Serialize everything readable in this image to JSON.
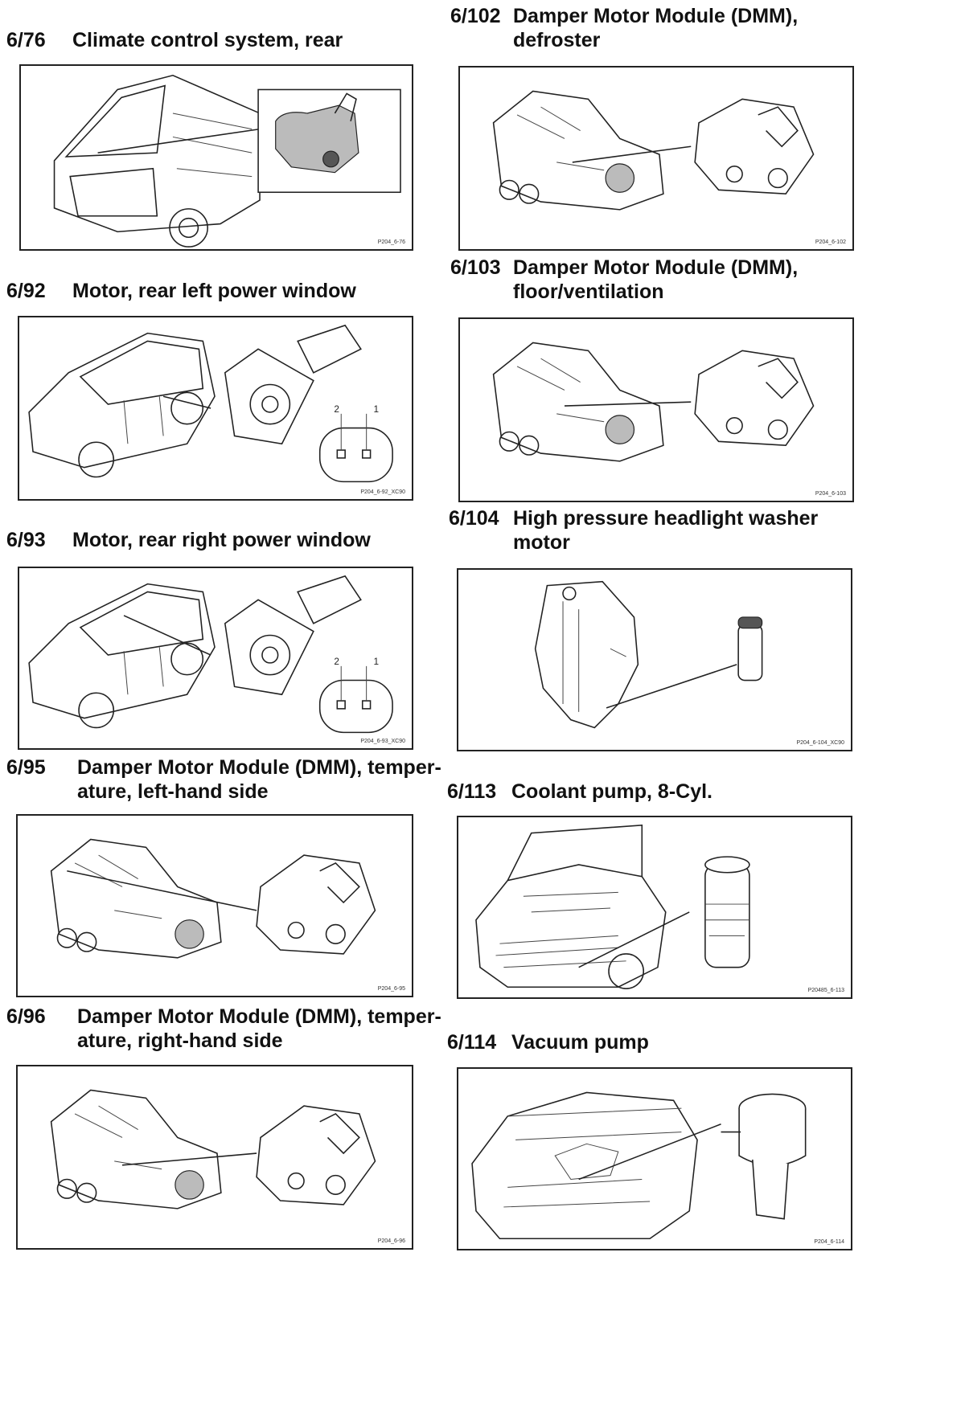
{
  "entries": [
    {
      "number": "6/76",
      "title": [
        "Climate control system, rear"
      ],
      "ref": "P204_6-76"
    },
    {
      "number": "6/92",
      "title": [
        "Motor, rear left power window"
      ],
      "ref": "P204_6-92_XC90",
      "pins": [
        "2",
        "1"
      ]
    },
    {
      "number": "6/93",
      "title": [
        "Motor, rear right power window"
      ],
      "ref": "P204_6-93_XC90",
      "pins": [
        "2",
        "1"
      ]
    },
    {
      "number": "6/95",
      "title": [
        "Damper Motor Module (DMM), temper-",
        "ature, left-hand side"
      ],
      "ref": "P204_6-95"
    },
    {
      "number": "6/96",
      "title": [
        "Damper Motor Module (DMM), temper-",
        "ature, right-hand side"
      ],
      "ref": "P204_6-96"
    },
    {
      "number": "6/102",
      "title": [
        "Damper Motor Module (DMM),",
        "defroster"
      ],
      "ref": "P204_6-102"
    },
    {
      "number": "6/103",
      "title": [
        "Damper Motor Module (DMM),",
        "floor/ventilation"
      ],
      "ref": "P204_6-103"
    },
    {
      "number": "6/104",
      "title": [
        "High pressure headlight washer",
        "motor"
      ],
      "ref": "P204_6-104_XC90"
    },
    {
      "number": "6/113",
      "title": [
        "Coolant pump, 8-Cyl."
      ],
      "ref": "P20485_6-113"
    },
    {
      "number": "6/114",
      "title": [
        "Vacuum pump"
      ],
      "ref": "P204_6-114"
    }
  ]
}
